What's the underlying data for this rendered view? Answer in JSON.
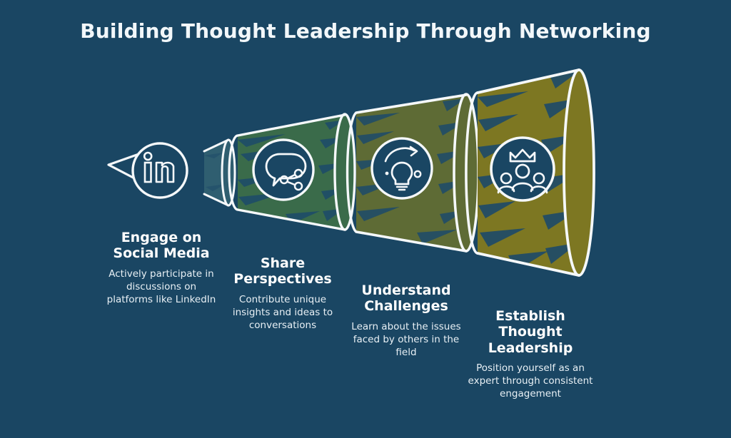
{
  "title": "Building Thought Leadership Through Networking",
  "colors": {
    "background": "#1a4663",
    "outline": "#f5f8fa",
    "text": "#ffffff",
    "stage1_fill": "#2f5e70",
    "stage2_fill": "#3a6b4a",
    "stage3_fill": "#5e6b35",
    "stage4_fill": "#7d7722",
    "texture": "#1d4a6a"
  },
  "stages": [
    {
      "id": "engage-on-social-media",
      "heading": "Engage on\nSocial Media",
      "heading_line1": "Engage on",
      "heading_line2": "Social Media",
      "description": "Actively participate in discussions on platforms like LinkedIn",
      "icon": "linkedin-icon"
    },
    {
      "id": "share-perspectives",
      "heading": "Share\nPerspectives",
      "heading_line1": "Share",
      "heading_line2": "Perspectives",
      "description": "Contribute unique insights and ideas to conversations",
      "icon": "speech-bubble-share-icon"
    },
    {
      "id": "understand-challenges",
      "heading": "Understand\nChallenges",
      "heading_line1": "Understand",
      "heading_line2": "Challenges",
      "description": "Learn about the issues faced by others in the field",
      "icon": "lightbulb-idea-icon"
    },
    {
      "id": "establish-thought-leadership",
      "heading": "Establish\nThought\nLeadership",
      "heading_line1": "Establish",
      "heading_line2": "Thought",
      "heading_line3": "Leadership",
      "description": "Position yourself as an expert through consistent engagement",
      "icon": "crown-people-icon"
    }
  ]
}
